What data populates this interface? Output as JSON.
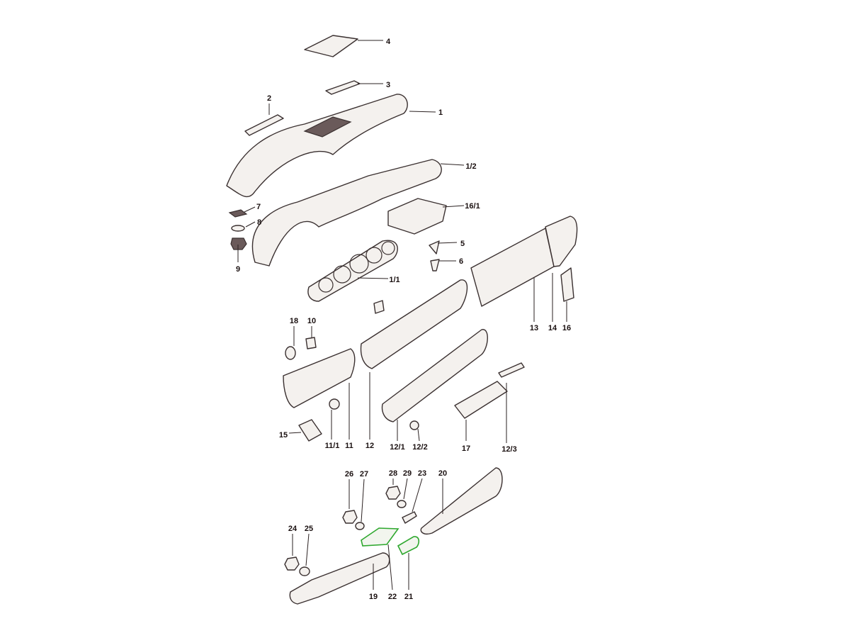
{
  "diagram": {
    "title": "Dashboard trim exploded parts view",
    "labels": [
      "4",
      "3",
      "2",
      "1",
      "1/2",
      "16/1",
      "7",
      "8",
      "9",
      "5",
      "6",
      "1/1",
      "18",
      "10",
      "13",
      "14",
      "16",
      "15",
      "11/1",
      "11",
      "12",
      "12/1",
      "12/2",
      "17",
      "12/3",
      "26",
      "27",
      "28",
      "29",
      "23",
      "20",
      "24",
      "25",
      "19",
      "22",
      "21"
    ],
    "highlight_color": "#2fa82f",
    "line_color": "#3a3030"
  }
}
